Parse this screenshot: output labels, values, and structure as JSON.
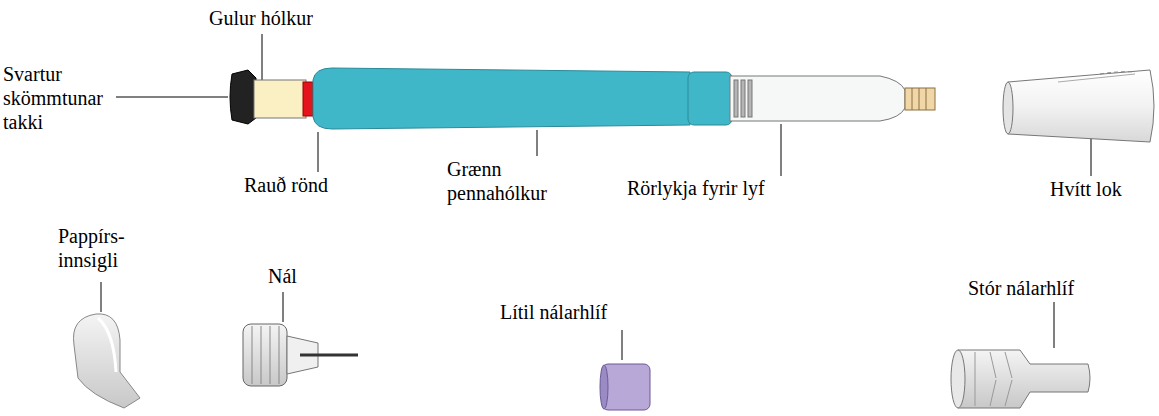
{
  "diagram": {
    "labels": [
      "Gulur hólkur",
      "Svartur skömmtunar takki",
      "Rauð rönd",
      "Grænn pennahólkur",
      "Rörlykja fyrir lyf",
      "Hvítt lok",
      "Pappírs- innsigli",
      "Nál",
      "Lítil nálarhlíf",
      "Stór nálarhlíf"
    ]
  }
}
